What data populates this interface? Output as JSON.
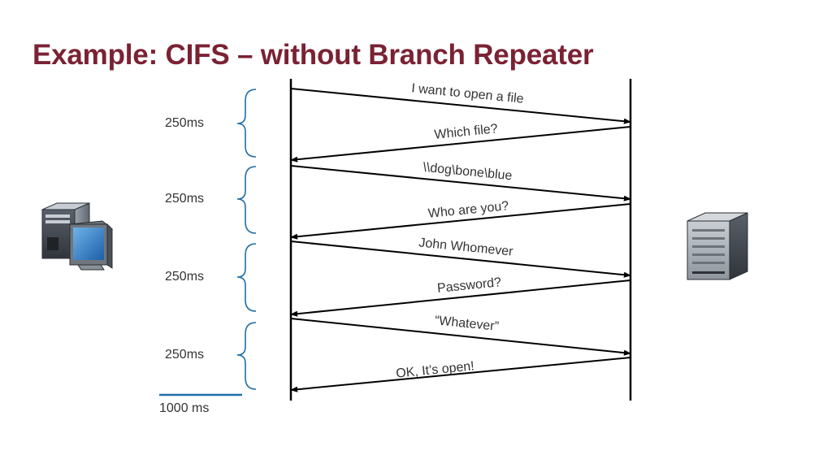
{
  "title": "Example: CIFS – without Branch Repeater",
  "timings": [
    "250ms",
    "250ms",
    "250ms",
    "250ms"
  ],
  "total": "1000 ms",
  "messages": [
    {
      "text": "I want to open a file",
      "direction": "client-to-server"
    },
    {
      "text": "Which file?",
      "direction": "server-to-client"
    },
    {
      "text": "\\\\dog\\bone\\blue",
      "direction": "client-to-server"
    },
    {
      "text": "Who are you?",
      "direction": "server-to-client"
    },
    {
      "text": "John Whomever",
      "direction": "client-to-server"
    },
    {
      "text": "Password?",
      "direction": "server-to-client"
    },
    {
      "text": "“Whatever”",
      "direction": "client-to-server"
    },
    {
      "text": "OK, It’s open!",
      "direction": "server-to-client"
    }
  ],
  "icons": {
    "client": "desktop-computer-icon",
    "server": "server-tower-icon"
  },
  "colors": {
    "title": "#7a2233",
    "bracket": "#1f6fa5",
    "line": "#000000"
  }
}
